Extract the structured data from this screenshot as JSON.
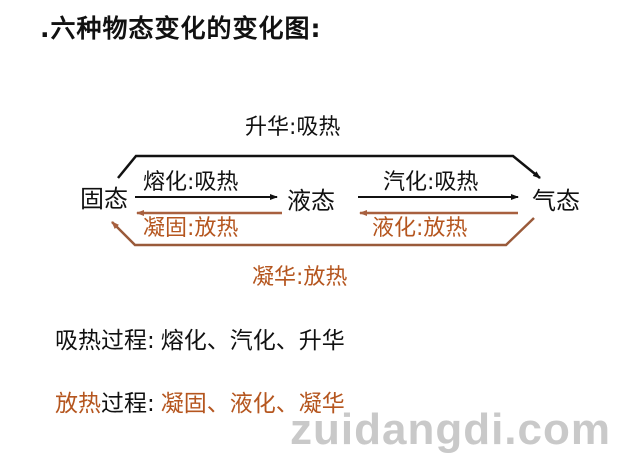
{
  "title": ".六种物态变化的变化图:",
  "colors": {
    "absorb": "#111111",
    "release": "#b5561f",
    "release_line": "#9a5a3a",
    "watermark": "#c9c9c9"
  },
  "states": {
    "solid": "固态",
    "liquid": "液态",
    "gas": "气态"
  },
  "transitions": {
    "sublimation": "升华:吸热",
    "melting": "熔化:吸热",
    "vaporization": "汽化:吸热",
    "solidification": "凝固:放热",
    "liquefaction": "液化:放热",
    "deposition": "凝华:放热"
  },
  "summary": {
    "absorb_prefix": "吸热",
    "absorb_mid": "过程:",
    "absorb_items": "熔化、汽化、升华",
    "release_prefix": "放热",
    "release_mid": "过程:",
    "release_items": "凝固、液化、凝华"
  },
  "watermark": "zuidangdi.com"
}
